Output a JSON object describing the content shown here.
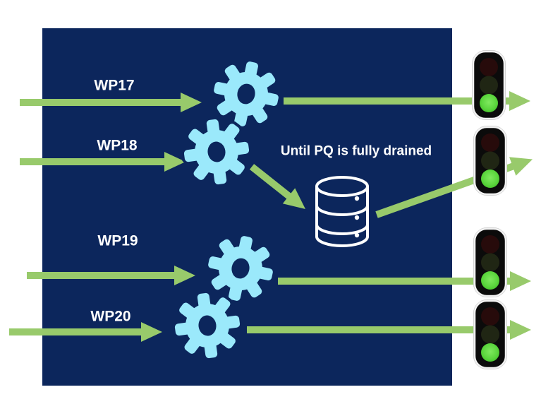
{
  "panel": {
    "caption": "Until PQ is fully drained"
  },
  "flows": [
    {
      "label": "WP17",
      "signal": "green"
    },
    {
      "label": "WP18",
      "signal": "green",
      "routed_through_queue": true
    },
    {
      "label": "WP19",
      "signal": "green"
    },
    {
      "label": "WP20",
      "signal": "green"
    }
  ],
  "traffic_lights": [
    {
      "state": "green"
    },
    {
      "state": "green"
    },
    {
      "state": "green"
    },
    {
      "state": "green"
    }
  ],
  "icons": {
    "gear": "gear-icon",
    "database": "database-icon",
    "traffic_light": "traffic-light-icon",
    "arrow": "arrow-right-icon"
  },
  "colors": {
    "background": "#FFFFFF",
    "panel_navy": "#0C265C",
    "gear_cyan": "#9BE9FB",
    "arrow_green": "#98CA6B",
    "database_stroke": "#FFFFFF",
    "text": "#FFFFFF",
    "light_body": "#0B0B0B",
    "light_border": "#F2F2F2",
    "light_red_off": "#270B0B",
    "light_amber_off": "#202614",
    "light_green_on": "#5CD63E"
  }
}
